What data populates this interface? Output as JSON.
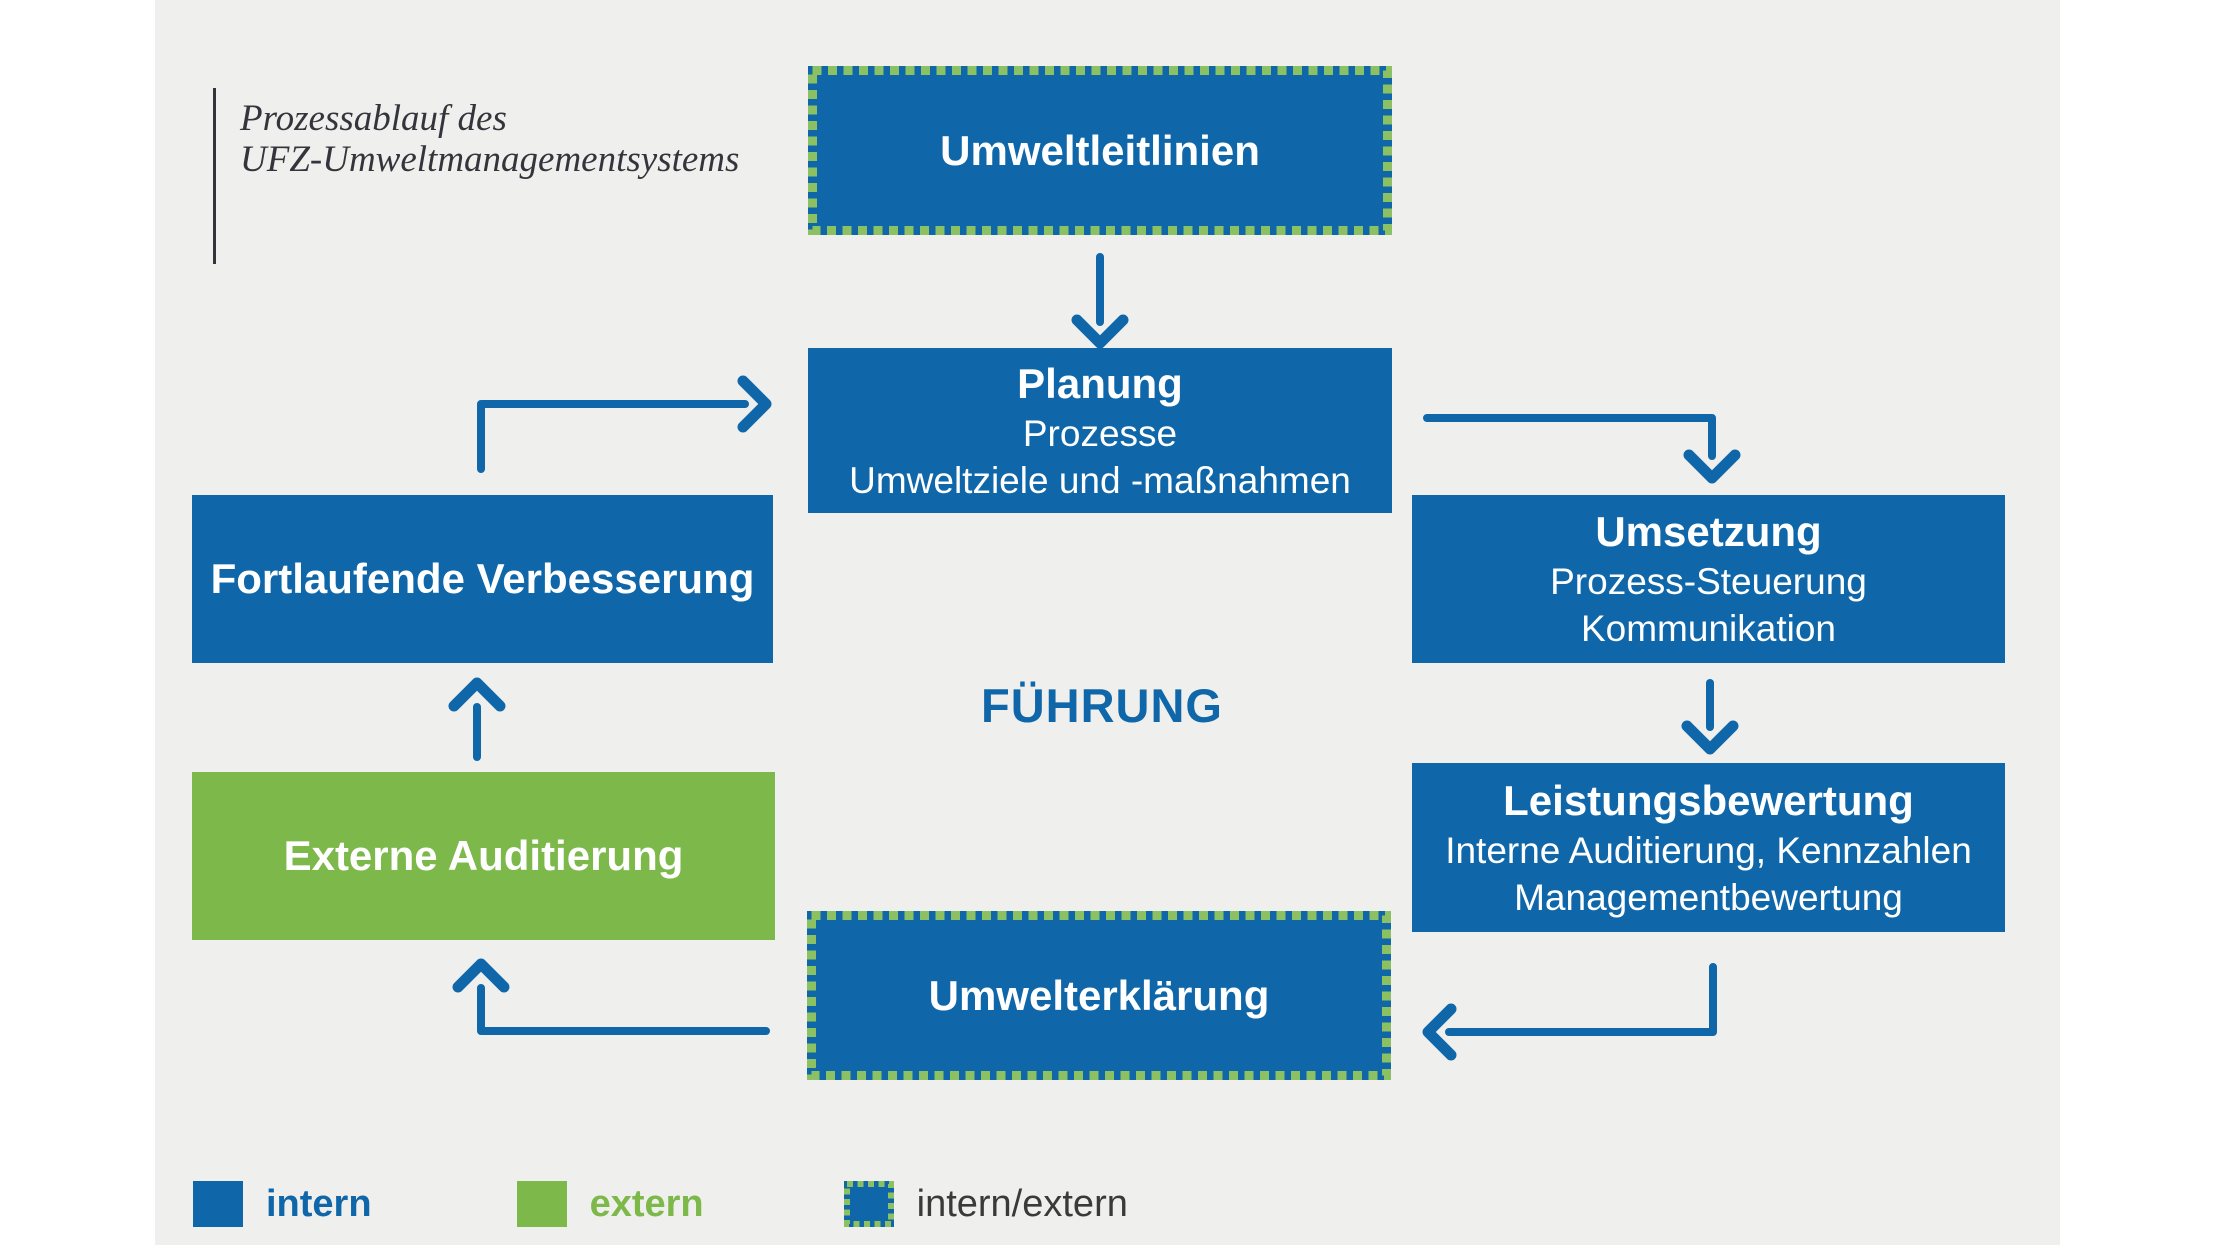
{
  "header": {
    "title_line1": "Prozessablauf des",
    "title_line2": "UFZ-Umweltmanagementsystems"
  },
  "center_label": "FÜHRUNG",
  "boxes": {
    "umweltleitlinien": {
      "title": "Umweltleitlinien",
      "category": "intern/extern"
    },
    "planung": {
      "title": "Planung",
      "lines": [
        "Prozesse",
        "Umweltziele und -maßnahmen"
      ],
      "category": "intern"
    },
    "umsetzung": {
      "title": "Umsetzung",
      "lines": [
        "Prozess-Steuerung",
        "Kommunikation"
      ],
      "category": "intern"
    },
    "leistungsbewertung": {
      "title": "Leistungsbewertung",
      "lines": [
        "Interne Auditierung, Kennzahlen",
        "Managementbewertung"
      ],
      "category": "intern"
    },
    "umwelterklaerung": {
      "title": "Umwelterklärung",
      "category": "intern/extern"
    },
    "fortlaufende_verbesserung": {
      "title": "Fortlaufende Verbesserung",
      "category": "intern"
    },
    "externe_auditierung": {
      "title": "Externe Auditierung",
      "category": "extern"
    }
  },
  "legend": [
    {
      "label": "intern",
      "style": "intern"
    },
    {
      "label": "extern",
      "style": "extern"
    },
    {
      "label": "intern/extern",
      "style": "intern-extern"
    }
  ],
  "colors": {
    "blue": "#0f67a9",
    "green": "#7db84b",
    "dash_green": "#8cc163",
    "background": "#efefed",
    "text_dark": "#34343c"
  }
}
